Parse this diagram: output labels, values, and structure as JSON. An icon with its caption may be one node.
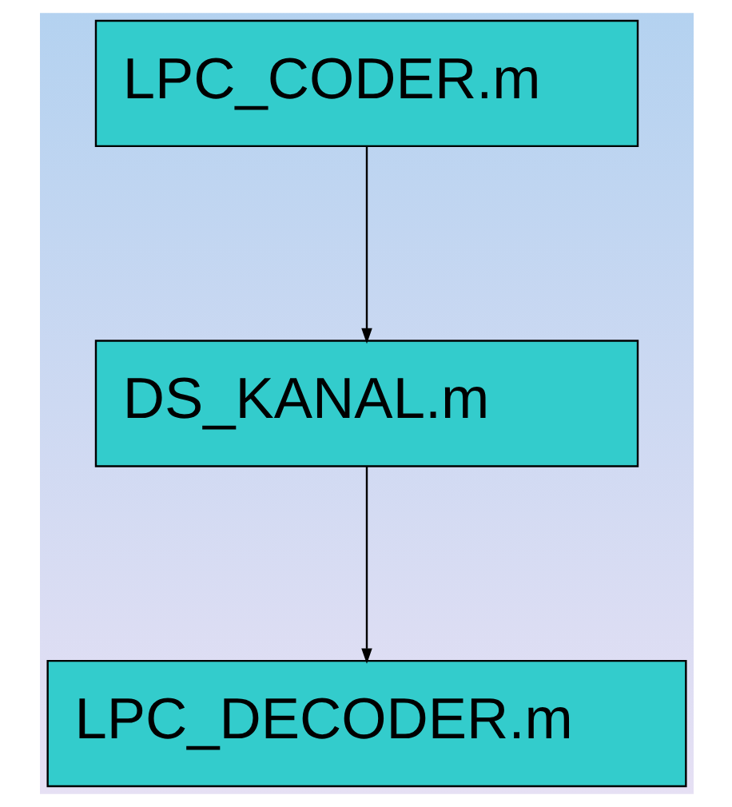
{
  "diagram": {
    "nodes": [
      {
        "text": [
          "LPC_CODER.m"
        ]
      },
      {
        "text": [
          "DS_KANAL.m"
        ]
      },
      {
        "text": [
          "LPC_DECODER.m"
        ]
      }
    ],
    "edges": [
      {
        "from": 0,
        "to": 1,
        "arrow": "to"
      },
      {
        "from": 1,
        "to": 2,
        "arrow": "to"
      }
    ]
  }
}
